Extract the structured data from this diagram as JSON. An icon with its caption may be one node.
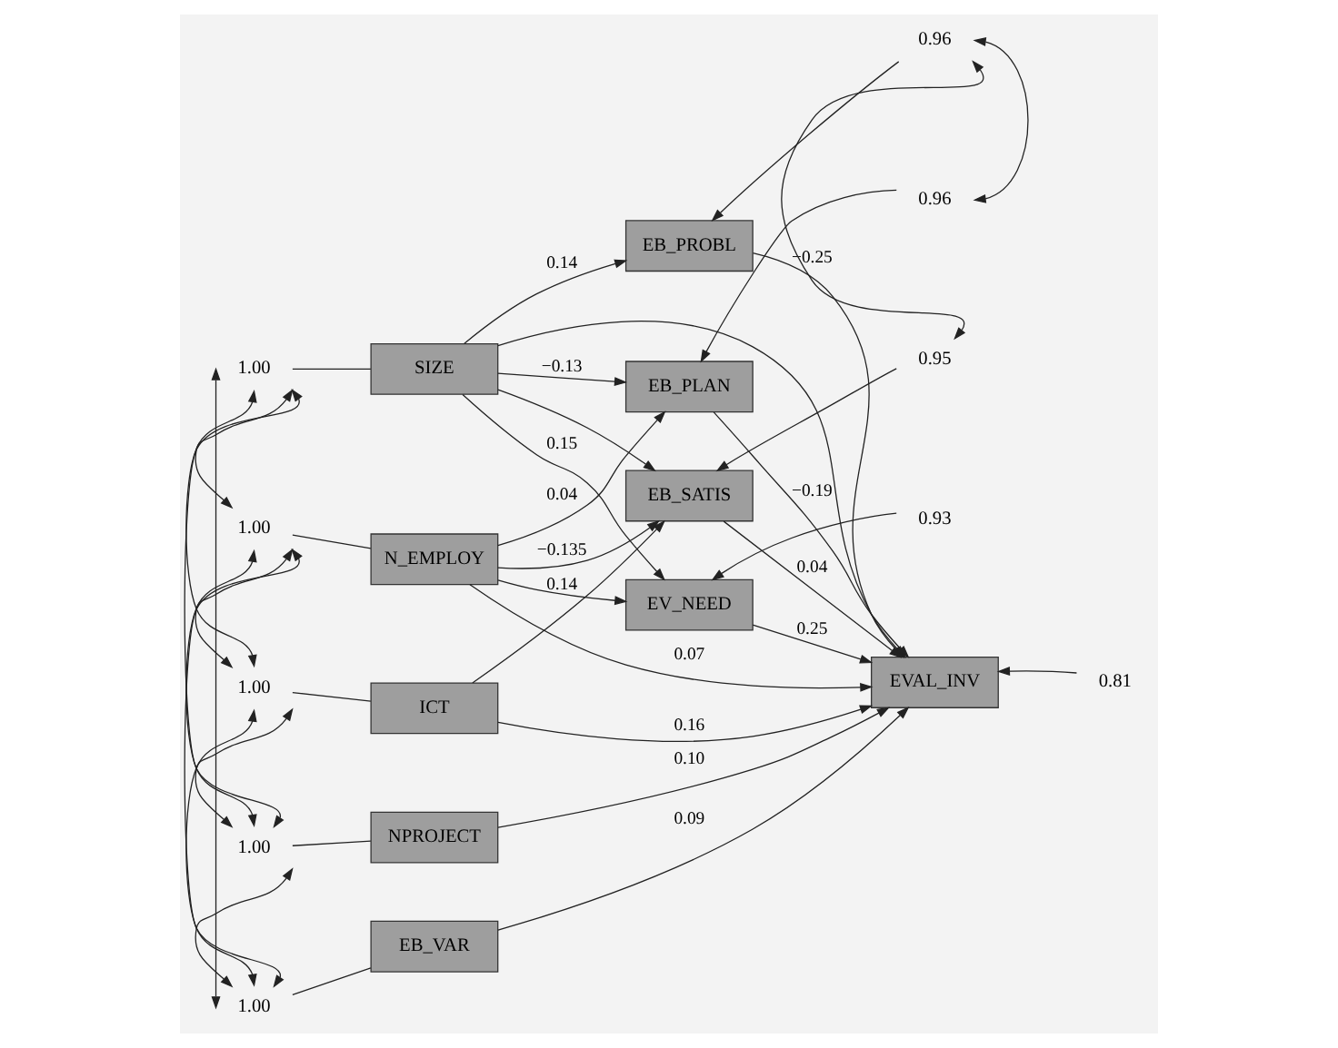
{
  "diagram": {
    "nodes": [
      {
        "text": [
          "1.00"
        ]
      },
      {
        "text": [
          "SIZE"
        ]
      },
      {
        "text": [
          "1.00"
        ]
      },
      {
        "text": [
          "N_EMPLOY"
        ]
      },
      {
        "text": [
          "1.00"
        ]
      },
      {
        "text": [
          "ICT"
        ]
      },
      {
        "text": [
          "1.00"
        ]
      },
      {
        "text": [
          "NPROJECT"
        ]
      },
      {
        "text": [
          "1.00"
        ]
      },
      {
        "text": [
          "EB_VAR"
        ]
      },
      {
        "text": [
          "EB_PROBL"
        ]
      },
      {
        "text": [
          "0.96"
        ]
      },
      {
        "text": [
          "EB_PLAN"
        ]
      },
      {
        "text": [
          "0.96"
        ]
      },
      {
        "text": [
          "EB_SATIS"
        ]
      },
      {
        "text": [
          "0.95"
        ]
      },
      {
        "text": [
          "EV_NEED"
        ]
      },
      {
        "text": [
          "0.93"
        ]
      },
      {
        "text": [
          "EVAL_INV"
        ]
      },
      {
        "text": [
          "0.81"
        ]
      }
    ],
    "edges": [
      {
        "from": 0,
        "to": 1,
        "arrow": "none"
      },
      {
        "from": 2,
        "to": 3,
        "arrow": "none"
      },
      {
        "from": 4,
        "to": 5,
        "arrow": "none"
      },
      {
        "from": 6,
        "to": 7,
        "arrow": "none"
      },
      {
        "from": 8,
        "to": 9,
        "arrow": "none"
      },
      {
        "from": 0,
        "to": 2,
        "arrow": "both"
      },
      {
        "from": 0,
        "to": 4,
        "arrow": "both"
      },
      {
        "from": 0,
        "to": 6,
        "arrow": "both"
      },
      {
        "from": 0,
        "to": 8,
        "arrow": "both"
      },
      {
        "from": 2,
        "to": 4,
        "arrow": "both"
      },
      {
        "from": 2,
        "to": 6,
        "arrow": "both"
      },
      {
        "from": 2,
        "to": 8,
        "arrow": "both"
      },
      {
        "from": 4,
        "to": 6,
        "arrow": "both"
      },
      {
        "from": 4,
        "to": 8,
        "arrow": "both"
      },
      {
        "from": 6,
        "to": 8,
        "arrow": "both"
      },
      {
        "from": 1,
        "to": 10,
        "arrow": "to",
        "label": "0.14"
      },
      {
        "from": 1,
        "to": 12,
        "arrow": "to",
        "label": "−0.13"
      },
      {
        "from": 3,
        "to": 12,
        "arrow": "to",
        "label": "0.04"
      },
      {
        "from": 1,
        "to": 14,
        "arrow": "to"
      },
      {
        "from": 3,
        "to": 14,
        "arrow": "to",
        "label": "−0.135"
      },
      {
        "from": 5,
        "to": 14,
        "arrow": "to",
        "label": "0.14"
      },
      {
        "from": 1,
        "to": 16,
        "arrow": "to",
        "label": "0.15"
      },
      {
        "from": 3,
        "to": 16,
        "arrow": "to"
      },
      {
        "from": 1,
        "to": 18,
        "arrow": "to"
      },
      {
        "from": 3,
        "to": 18,
        "arrow": "to",
        "label": "0.07"
      },
      {
        "from": 5,
        "to": 18,
        "arrow": "to",
        "label": "0.16"
      },
      {
        "from": 7,
        "to": 18,
        "arrow": "to",
        "label": "0.10"
      },
      {
        "from": 9,
        "to": 18,
        "arrow": "to",
        "label": "0.09"
      },
      {
        "from": 16,
        "to": 18,
        "arrow": "to",
        "label": "0.25"
      },
      {
        "from": 14,
        "to": 18,
        "arrow": "to",
        "label": "0.04"
      },
      {
        "from": 12,
        "to": 18,
        "arrow": "to",
        "label": "−0.19"
      },
      {
        "from": 10,
        "to": 18,
        "arrow": "to",
        "label": "−0.25"
      },
      {
        "from": 11,
        "to": 10,
        "arrow": "to"
      },
      {
        "from": 13,
        "to": 12,
        "arrow": "to"
      },
      {
        "from": 15,
        "to": 14,
        "arrow": "to"
      },
      {
        "from": 17,
        "to": 16,
        "arrow": "to"
      },
      {
        "from": 19,
        "to": 18,
        "arrow": "to"
      },
      {
        "from": 11,
        "to": 13,
        "arrow": "both"
      },
      {
        "from": 11,
        "to": 15,
        "arrow": "both"
      }
    ]
  }
}
